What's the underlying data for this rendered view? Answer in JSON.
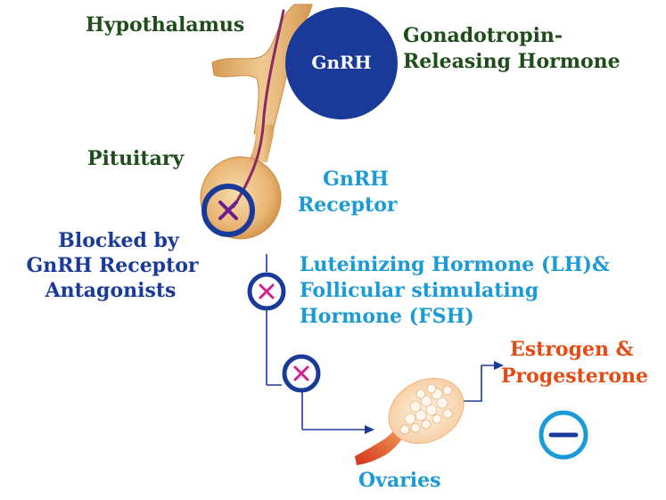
{
  "labels": {
    "hypothalamus": "Hypothalamus",
    "gnrh_name_line1": "Gonadotropin-",
    "gnrh_name_line2": "Releasing Hormone",
    "gnrh_circle": "GnRH",
    "pituitary": "Pituitary",
    "receptor_line1": "GnRH",
    "receptor_line2": "Receptor",
    "blocked_line1": "Blocked by",
    "blocked_line2": "GnRH Receptor",
    "blocked_line3": "Antagonists",
    "lh_line1": "Luteinizing Hormone (LH)&",
    "lh_line2": "Follicular stimulating",
    "lh_line3": "Hormone (FSH)",
    "estrogen_line1": "Estrogen &",
    "estrogen_line2": "Progesterone",
    "ovaries": "Ovaries"
  },
  "colors": {
    "navy": "#1a3a9a",
    "light_blue": "#1a9ad6",
    "green": "#1f4d1a",
    "orange": "#e64a12",
    "magenta": "#d4208f",
    "gland": "#e8b77a"
  },
  "icons": {
    "block_marker": "x-in-circle-icon",
    "negative_feedback": "minus-in-circle-icon"
  }
}
